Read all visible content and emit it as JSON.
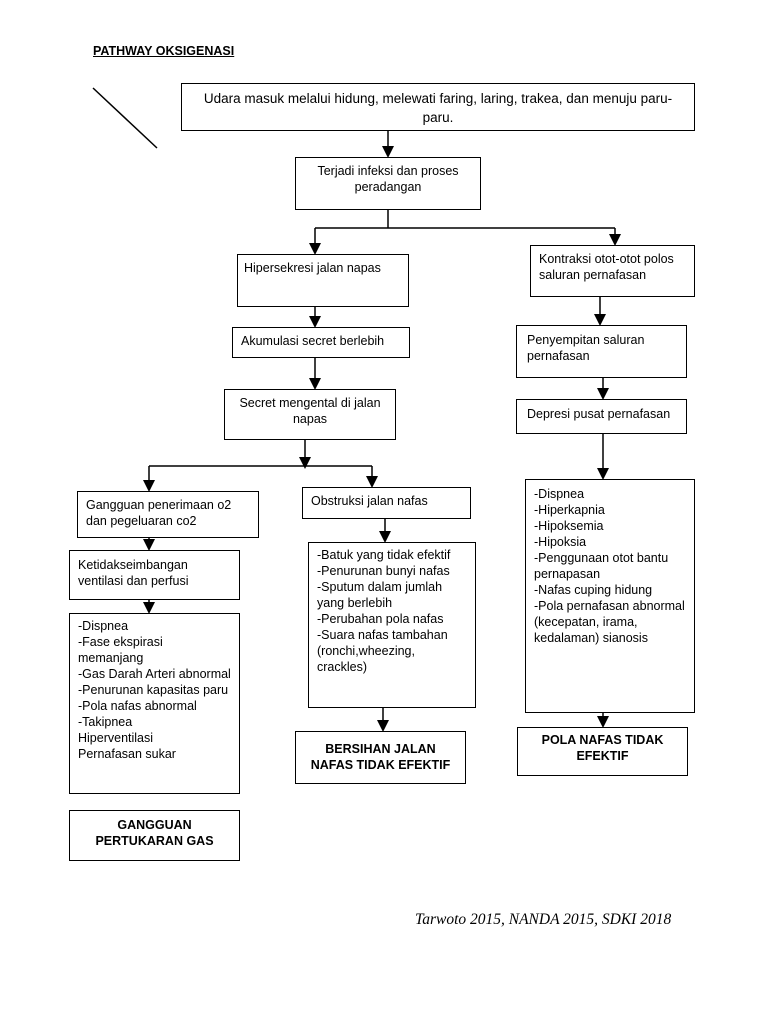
{
  "title": "PATHWAY OKSIGENASI",
  "nodes": {
    "udara": "Udara masuk melalui hidung, melewati faring, laring, trakea, dan menuju paru-paru.",
    "infeksi": "Terjadi infeksi dan proses peradangan",
    "hipersekresi": "Hipersekresi jalan napas",
    "kontraksi": "Kontraksi otot-otot polos saluran pernafasan",
    "akumulasi": "Akumulasi secret berlebih",
    "penyempitan": "Penyempitan saluran pernafasan",
    "secret": "Secret mengental di jalan napas",
    "depresi": "Depresi pusat pernafasan",
    "gangguan_penerimaan": "Gangguan penerimaan  o2 dan pegeluaran co2",
    "obstruksi": "Obstruksi jalan nafas",
    "ketidakseimbangan": "Keti­dakseimbangan ventilasi dan perfusi"
  },
  "lists": {
    "left": [
      "-Dispnea",
      "-Fase ekspirasi memanjang",
      "-Gas Darah Arteri abnormal",
      "-Penurunan kapasitas paru",
      "-Pola nafas abnormal",
      "-Takipnea",
      "Hiperventilasi",
      "Pernafasan sukar"
    ],
    "middle": [
      "-Batuk yang tidak efektif",
      "-Penurunan bunyi nafas",
      "-Sputum dalam jumlah yang berlebih",
      "-Perubahan pola nafas",
      "-Suara nafas tambahan (ronchi,wheezing, crackles)"
    ],
    "right": [
      "-Dispnea",
      "-Hiperkapnia",
      "-Hipoksemia",
      "-Hipoksia",
      "-Penggunaan otot bantu pernapasan",
      "-Nafas cuping hidung",
      "-Pola pernafasan abnormal (kecepatan, irama, kedalaman) sianosis"
    ]
  },
  "diagnoses": {
    "left": "GANGGUAN PERTUKARAN GAS",
    "middle": "BERSIHAN JALAN NAFAS TIDAK EFEKTIF",
    "right": "POLA NAFAS TIDAK EFEKTIF"
  },
  "citation": "Tarwoto 2015, NANDA 2015, SDKI 2018"
}
